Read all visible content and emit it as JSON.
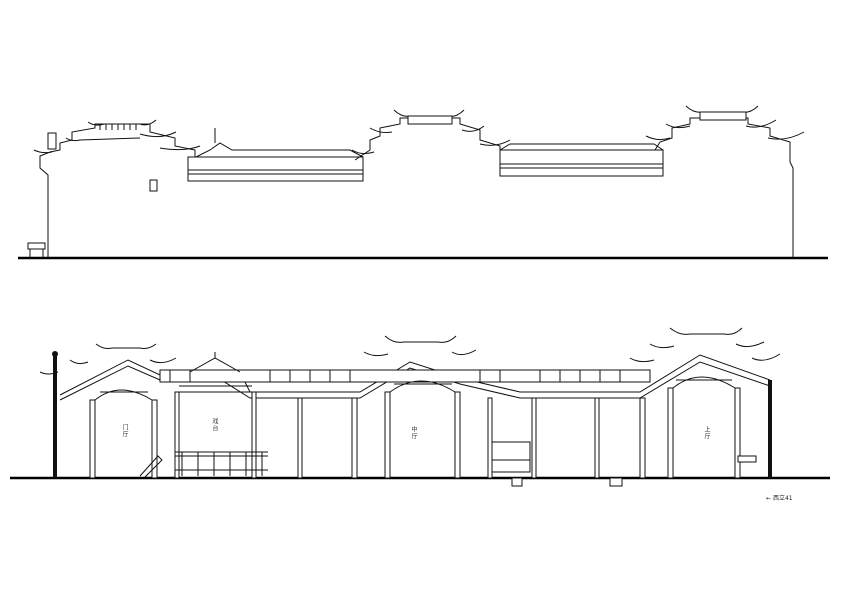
{
  "section_labels": {
    "gate_hall": "门厅",
    "opera_stage": "戏台",
    "middle_hall": "中厅",
    "upper_hall": "上厅"
  },
  "reference": {
    "arrow": "←",
    "text": "西立41"
  }
}
